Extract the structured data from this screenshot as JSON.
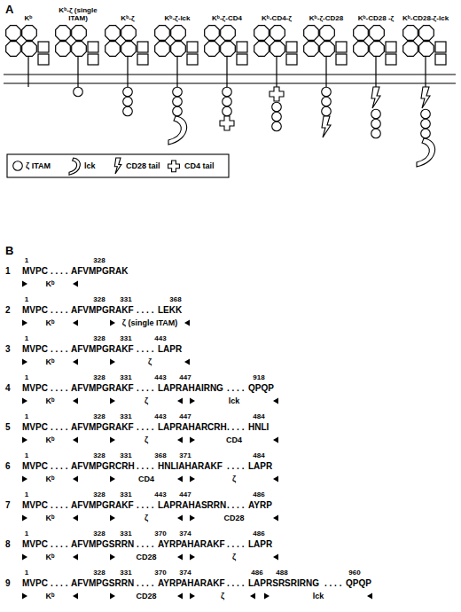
{
  "diagram": {
    "labels": [
      "A",
      "Kᵇ",
      "Kᵇ-ζ (single ITAM)",
      "Kᵇ-ζ",
      "Kᵇ-ζ-lck",
      "Kᵇ-ζ-CD4",
      "Kᵇ-CD4-ζ",
      "Kᵇ-ζ-CD28",
      "Kᵇ-CD28 -ζ",
      "Kᵇ-CD28-ζ-lck",
      "B",
      "1",
      "1",
      "328",
      "MVPC",
      ". . . .",
      "AFVMPGRAK",
      "Kᵇ",
      "2",
      "1",
      "328",
      "331",
      "368",
      "MVPC",
      ". . . .",
      "AFVMPGRAKF",
      ". . . .",
      "LEKK",
      "Kᵇ",
      "ζ (single ITAM)",
      "3",
      "1",
      "328",
      "331",
      "443",
      "MVPC",
      ". . . .",
      "AFVMPGRAKF",
      ". . . .",
      "LAPR",
      "Kᵇ",
      "ζ",
      "4",
      "1",
      "328",
      "331",
      "443",
      "447",
      "918",
      "MVPC",
      ". . . .",
      "AFVMPGRAKF",
      ". . . .",
      "LAPRAHAIRNG",
      ". . . .",
      "QPQP",
      "Kᵇ",
      "ζ",
      "lck",
      "5",
      "1",
      "328",
      "331",
      "443",
      "447",
      "484",
      "MVPC",
      ". . . .",
      "AFVMPGRAKF",
      ". . . .",
      "LAPRAHARCRH",
      ". . . .",
      "HNLI",
      "Kᵇ",
      "ζ",
      "CD4",
      "6",
      "1",
      "328",
      "331",
      "368",
      "371",
      "484",
      "MVPC",
      ". . . .",
      "AFVMPGRCRH",
      ". . . .",
      "HNLIAHARAKF",
      ". . . .",
      "LAPR",
      "Kᵇ",
      "CD4",
      "ζ",
      "7",
      "1",
      "328",
      "331",
      "443",
      "447",
      "486",
      "MVPC",
      ". . . .",
      "AFVMPGRAKF",
      ". . . .",
      "LAPRAHASRRN",
      ". . . .",
      "AYRP",
      "Kᵇ",
      "ζ",
      "CD28",
      "8",
      "1",
      "328",
      "331",
      "370",
      "374",
      "486",
      "MVPC",
      ". . . .",
      "AFVMPGSRRN",
      ". . . .",
      "AYRPAHARAKF",
      ". . . .",
      "LAPR",
      "Kᵇ",
      "CD28",
      "ζ",
      "9",
      "1",
      "328",
      "331",
      "370",
      "374",
      "486",
      "488",
      "960",
      "MVPC",
      ". . . .",
      "AFVMPGSRRN",
      ". . . .",
      "AYRPAHARAKF",
      ". . . .",
      "LAPRSRSRIRNG",
      ". . . .",
      "QPQP",
      "Kᵇ",
      "CD28",
      "ζ",
      "lck"
    ],
    "legend": [
      {
        "text": "ζ ITAM"
      },
      {
        "text": "lck"
      },
      {
        "text": "CD28 tail"
      },
      {
        "text": "CD4 tail"
      }
    ]
  }
}
